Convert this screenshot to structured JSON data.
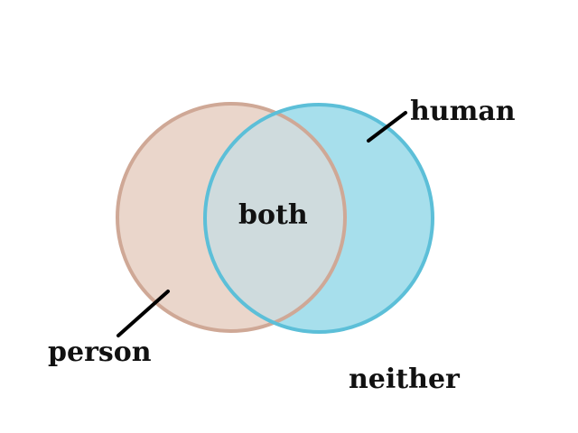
{
  "diagram": {
    "type": "venn",
    "sets": [
      {
        "id": "person",
        "label": "person",
        "fill": "#ead6cb",
        "stroke": "#cfa896"
      },
      {
        "id": "human",
        "label": "human",
        "fill": "#a7dfec",
        "stroke": "#5cbfd8"
      }
    ],
    "overlap": {
      "label": "both",
      "fill": "#cfdbdd"
    },
    "outside": {
      "label": "neither"
    },
    "leader_color": "#000000"
  }
}
